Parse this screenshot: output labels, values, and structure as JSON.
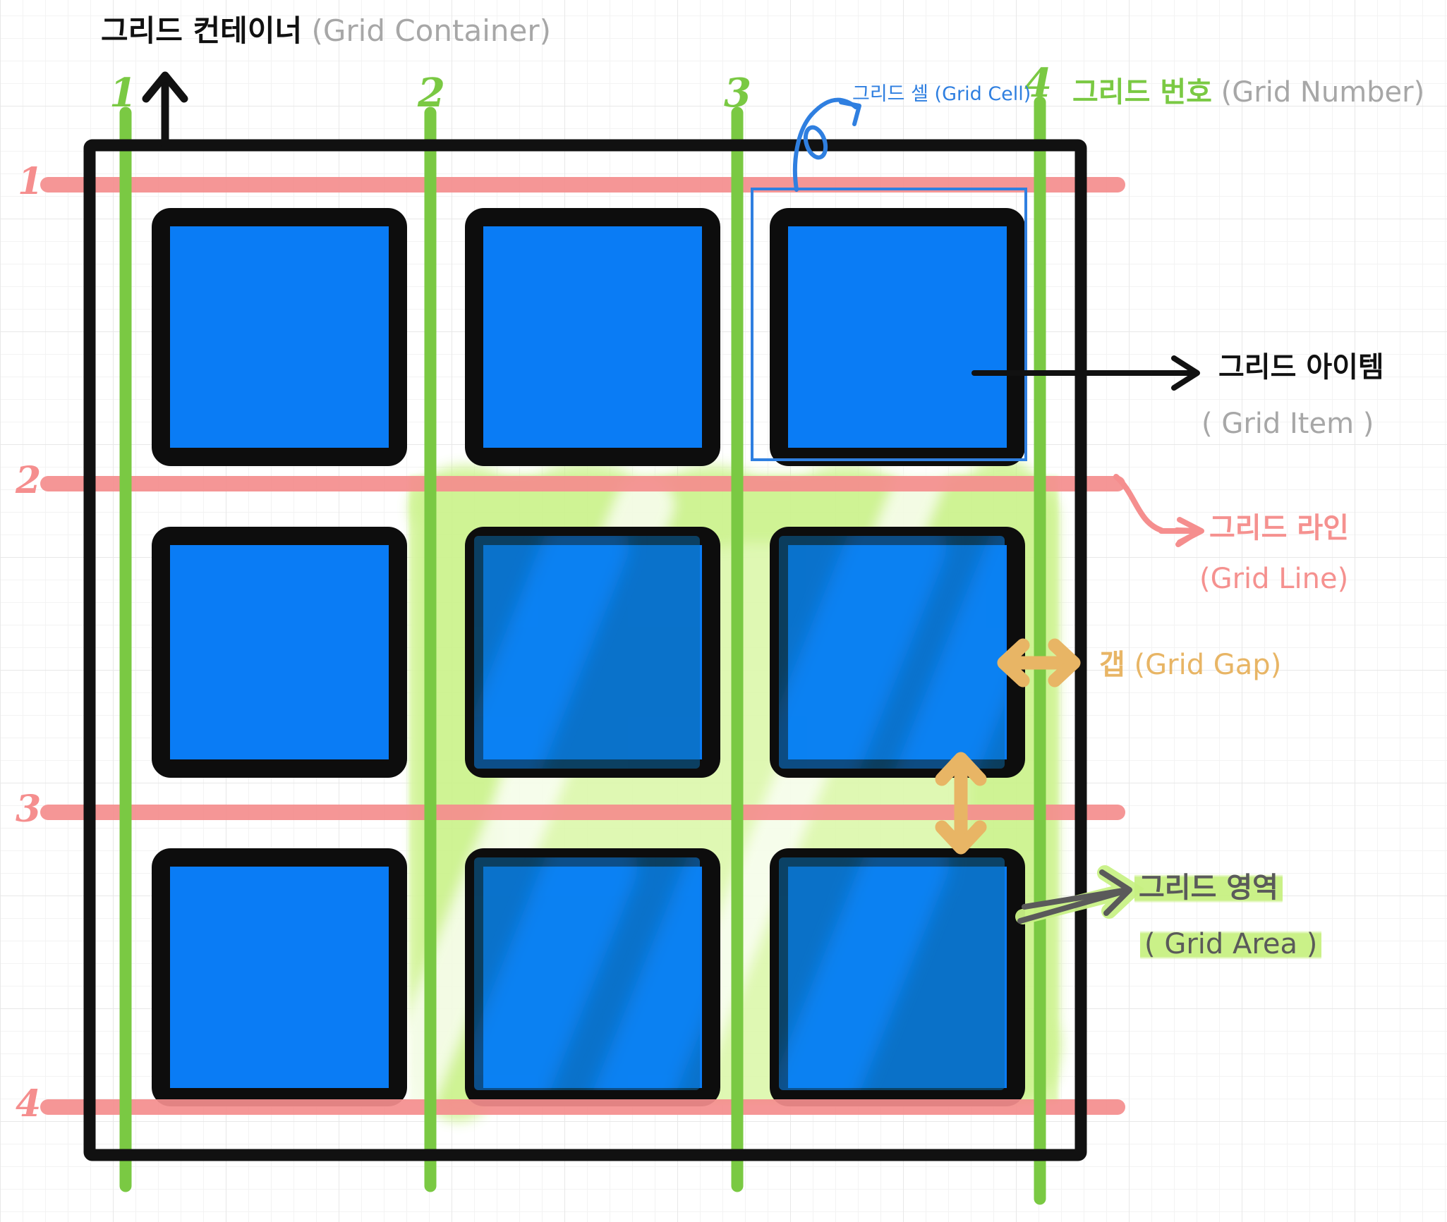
{
  "diagram": {
    "title_ko": "그리드 컨테이너",
    "title_en": "(Grid Container)",
    "labels": {
      "grid_cell_ko": "그리드 셀",
      "grid_cell_en": "(Grid Cell)",
      "grid_number_ko": "그리드 번호",
      "grid_number_en": "(Grid Number)",
      "grid_item_ko": "그리드 아이템",
      "grid_item_en": "( Grid Item )",
      "grid_line_ko": "그리드 라인",
      "grid_line_en": "(Grid Line)",
      "grid_gap_ko": "갭",
      "grid_gap_en": "(Grid Gap)",
      "grid_area_ko": "그리드 영역",
      "grid_area_en": "( Grid Area )"
    },
    "column_line_numbers": [
      "1",
      "2",
      "3",
      "4"
    ],
    "row_line_numbers": [
      "1",
      "2",
      "3",
      "4"
    ],
    "colors": {
      "container_border": "#111111",
      "column_line": "#7ac943",
      "row_line": "#f58e8e",
      "item_fill": "#0a7cf5",
      "item_border": "#0d0d0d",
      "cell_outline": "#2f7fe0",
      "gap_arrow": "#e8b565",
      "area_highlight": "#c7f082",
      "paper_grid": "#e8e8e8"
    },
    "grid": {
      "columns": 3,
      "rows": 3,
      "items": [
        {
          "row": 1,
          "col": 1,
          "highlighted": false
        },
        {
          "row": 1,
          "col": 2,
          "highlighted": false
        },
        {
          "row": 1,
          "col": 3,
          "highlighted": false
        },
        {
          "row": 2,
          "col": 1,
          "highlighted": false
        },
        {
          "row": 2,
          "col": 2,
          "highlighted": true
        },
        {
          "row": 2,
          "col": 3,
          "highlighted": true
        },
        {
          "row": 3,
          "col": 1,
          "highlighted": false
        },
        {
          "row": 3,
          "col": 2,
          "highlighted": true
        },
        {
          "row": 3,
          "col": 3,
          "highlighted": true
        }
      ],
      "highlighted_area": {
        "row_start": 2,
        "row_end": 4,
        "col_start": 2,
        "col_end": 4
      },
      "cell_outline_target": {
        "row": 1,
        "col": 3
      }
    }
  }
}
